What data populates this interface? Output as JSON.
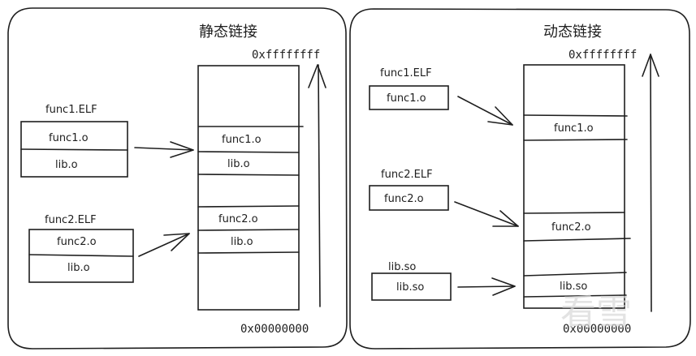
{
  "static_panel": {
    "title": "静态链接",
    "addr_high": "0xffffffff",
    "addr_low": "0x00000000",
    "elf1": {
      "name": "func1.ELF",
      "sections": [
        "func1.o",
        "lib.o"
      ]
    },
    "elf2": {
      "name": "func2.ELF",
      "sections": [
        "func2.o",
        "lib.o"
      ]
    },
    "memory": [
      "func1.o",
      "lib.o",
      "func2.o",
      "lib.o"
    ]
  },
  "dynamic_panel": {
    "title": "动态链接",
    "addr_high": "0xffffffff",
    "addr_low": "0x00000000",
    "elf1": {
      "name": "func1.ELF",
      "sections": [
        "func1.o"
      ]
    },
    "elf2": {
      "name": "func2.ELF",
      "sections": [
        "func2.o"
      ]
    },
    "so": {
      "name": "lib.so",
      "sections": [
        "lib.so"
      ]
    },
    "memory": [
      "func1.o",
      "func2.o",
      "lib.so"
    ]
  },
  "watermark": "看雪"
}
